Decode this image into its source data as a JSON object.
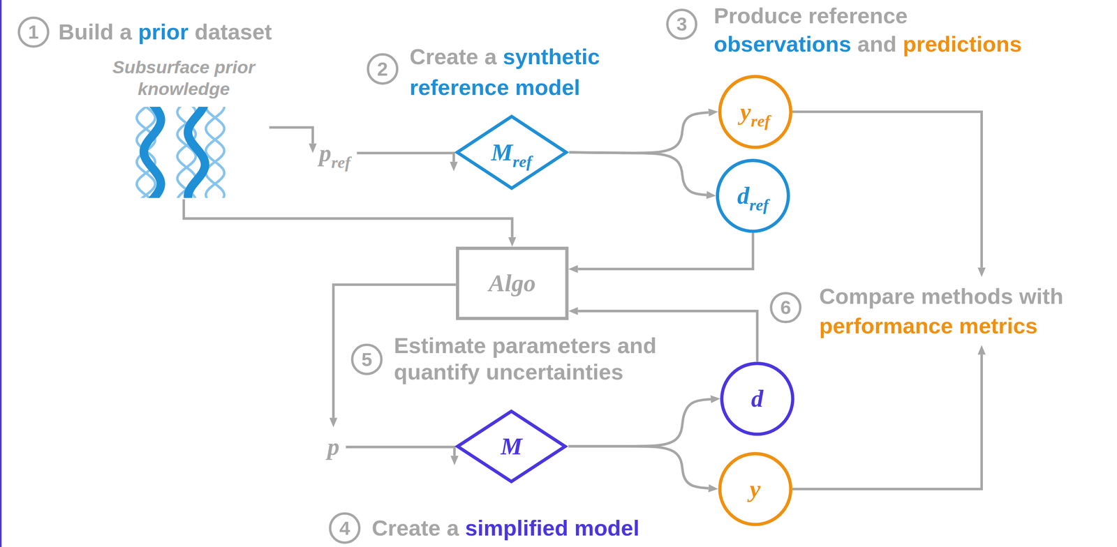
{
  "diagram": {
    "nodes": [
      {
        "text": [
          "Subsurface prior knowledge"
        ]
      },
      {
        "text": [
          "p",
          "ref"
        ]
      },
      {
        "text": [
          "M",
          "ref"
        ]
      },
      {
        "text": [
          "y",
          "ref"
        ]
      },
      {
        "text": [
          "d",
          "ref"
        ]
      },
      {
        "text": [
          "Algo"
        ]
      },
      {
        "text": [
          "p"
        ]
      },
      {
        "text": [
          "M"
        ]
      },
      {
        "text": [
          "d"
        ]
      },
      {
        "text": [
          "y"
        ]
      },
      {
        "text": [
          "Compare methods with",
          "performance metrics"
        ]
      }
    ],
    "edges": [
      {
        "from": 0,
        "to": 1,
        "arrow": "to"
      },
      {
        "from": 1,
        "to": 2,
        "arrow": "to"
      },
      {
        "from": 2,
        "to": 3,
        "arrow": "to"
      },
      {
        "from": 2,
        "to": 4,
        "arrow": "to"
      },
      {
        "from": 0,
        "to": 5,
        "arrow": "to"
      },
      {
        "from": 4,
        "to": 5,
        "arrow": "to"
      },
      {
        "from": 8,
        "to": 5,
        "arrow": "to"
      },
      {
        "from": 5,
        "to": 6,
        "arrow": "to"
      },
      {
        "from": 6,
        "to": 7,
        "arrow": "to"
      },
      {
        "from": 7,
        "to": 8,
        "arrow": "to"
      },
      {
        "from": 7,
        "to": 9,
        "arrow": "to"
      },
      {
        "from": 3,
        "to": 10,
        "arrow": "to"
      },
      {
        "from": 9,
        "to": 10,
        "arrow": "to"
      }
    ],
    "labels": [
      "1",
      "Build a",
      "prior",
      "dataset",
      "2",
      "Create a",
      "synthetic",
      "reference model",
      "3",
      "Produce reference",
      "observations",
      "and",
      "predictions",
      "5",
      "Estimate parameters and quantify uncertainties",
      "6",
      "4",
      "Create a",
      "simplified model"
    ]
  }
}
